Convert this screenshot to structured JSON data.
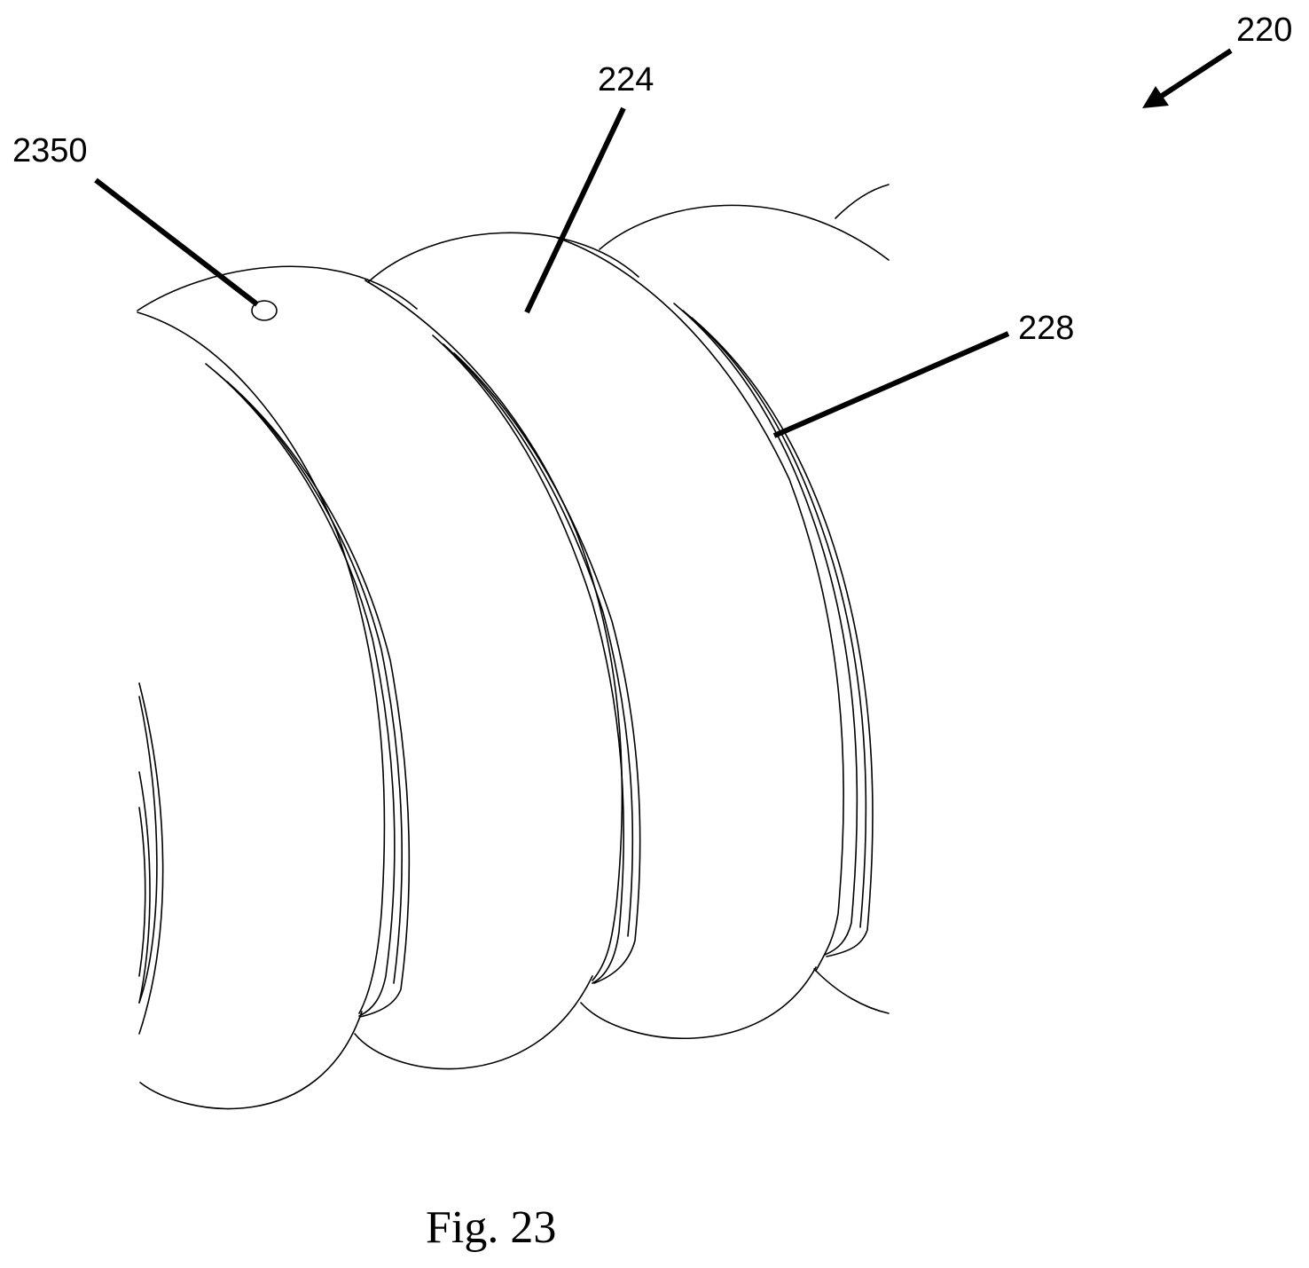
{
  "labels": {
    "assembly": "220",
    "segment": "224",
    "groove": "228",
    "port": "2350"
  },
  "caption": "Fig. 23",
  "colors": {
    "ink": "#000000",
    "background": "#ffffff"
  }
}
